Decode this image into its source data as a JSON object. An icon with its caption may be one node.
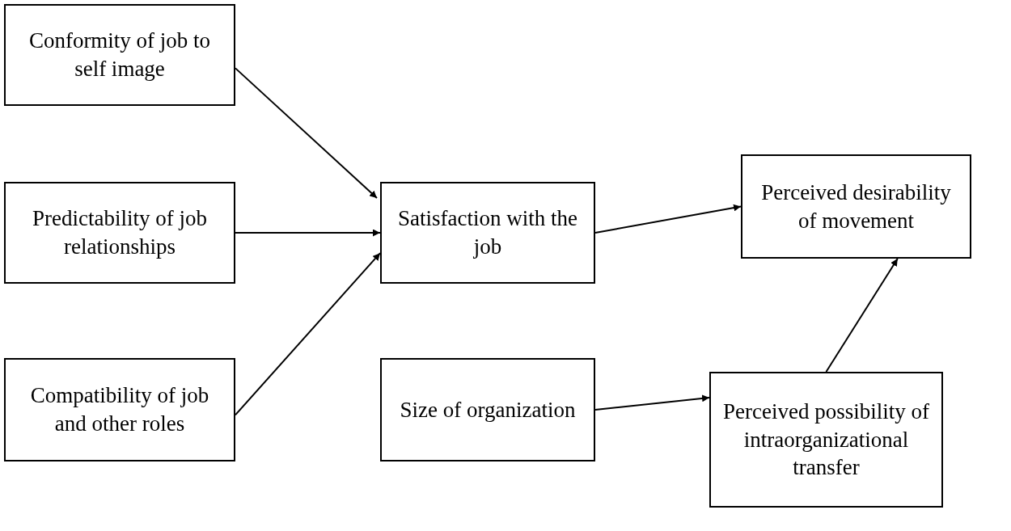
{
  "diagram": {
    "nodes": [
      {
        "text": [
          "Conformity of job to self image"
        ]
      },
      {
        "text": [
          "Predictability of job relationships"
        ]
      },
      {
        "text": [
          "Compatibility of job and other roles"
        ]
      },
      {
        "text": [
          "Satisfaction with the job"
        ]
      },
      {
        "text": [
          "Perceived desirability of movement"
        ]
      },
      {
        "text": [
          "Size of organization"
        ]
      },
      {
        "text": [
          "Perceived possibility of intraorganizational transfer"
        ]
      }
    ],
    "edges": [
      {
        "from": 0,
        "to": 3,
        "arrow": "to"
      },
      {
        "from": 1,
        "to": 3,
        "arrow": "to"
      },
      {
        "from": 2,
        "to": 3,
        "arrow": "to"
      },
      {
        "from": 3,
        "to": 4,
        "arrow": "to"
      },
      {
        "from": 5,
        "to": 6,
        "arrow": "to"
      },
      {
        "from": 6,
        "to": 4,
        "arrow": "to"
      }
    ]
  }
}
